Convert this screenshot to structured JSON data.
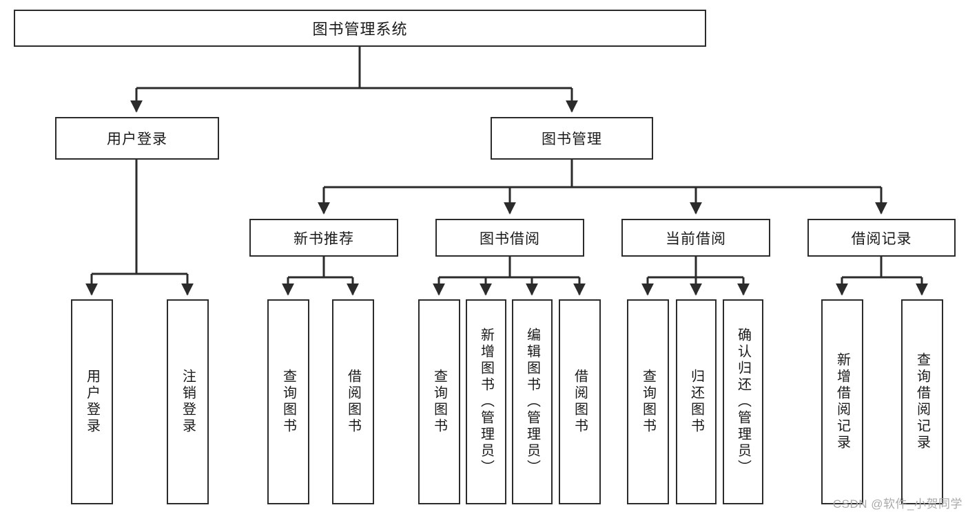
{
  "diagram": {
    "type": "tree-hierarchy",
    "title": "图书管理系统",
    "watermark": "CSDN @软件_小贺同学",
    "colors": {
      "box_border": "#2b2b2b",
      "box_fill": "#ffffff",
      "connector": "#2b2b2b",
      "text": "#1a1a1a",
      "watermark": "#a9a9a9"
    },
    "root": {
      "label": "图书管理系统"
    },
    "level2": [
      {
        "label": "用户登录"
      },
      {
        "label": "图书管理"
      }
    ],
    "level3": [
      {
        "label": "新书推荐"
      },
      {
        "label": "图书借阅"
      },
      {
        "label": "当前借阅"
      },
      {
        "label": "借阅记录"
      }
    ],
    "leaves": {
      "user_login": [
        {
          "label": "用户登录"
        },
        {
          "label": "注销登录"
        }
      ],
      "new_book_recommend": [
        {
          "label": "查询图书"
        },
        {
          "label": "借阅图书"
        }
      ],
      "book_borrow": [
        {
          "label": "查询图书"
        },
        {
          "label": "新增图书（管理员）"
        },
        {
          "label": "编辑图书（管理员）"
        },
        {
          "label": "借阅图书"
        }
      ],
      "current_borrow": [
        {
          "label": "查询图书"
        },
        {
          "label": "归还图书"
        },
        {
          "label": "确认归还（管理员）"
        }
      ],
      "borrow_record": [
        {
          "label": "新增借阅记录"
        },
        {
          "label": "查询借阅记录"
        }
      ]
    }
  }
}
